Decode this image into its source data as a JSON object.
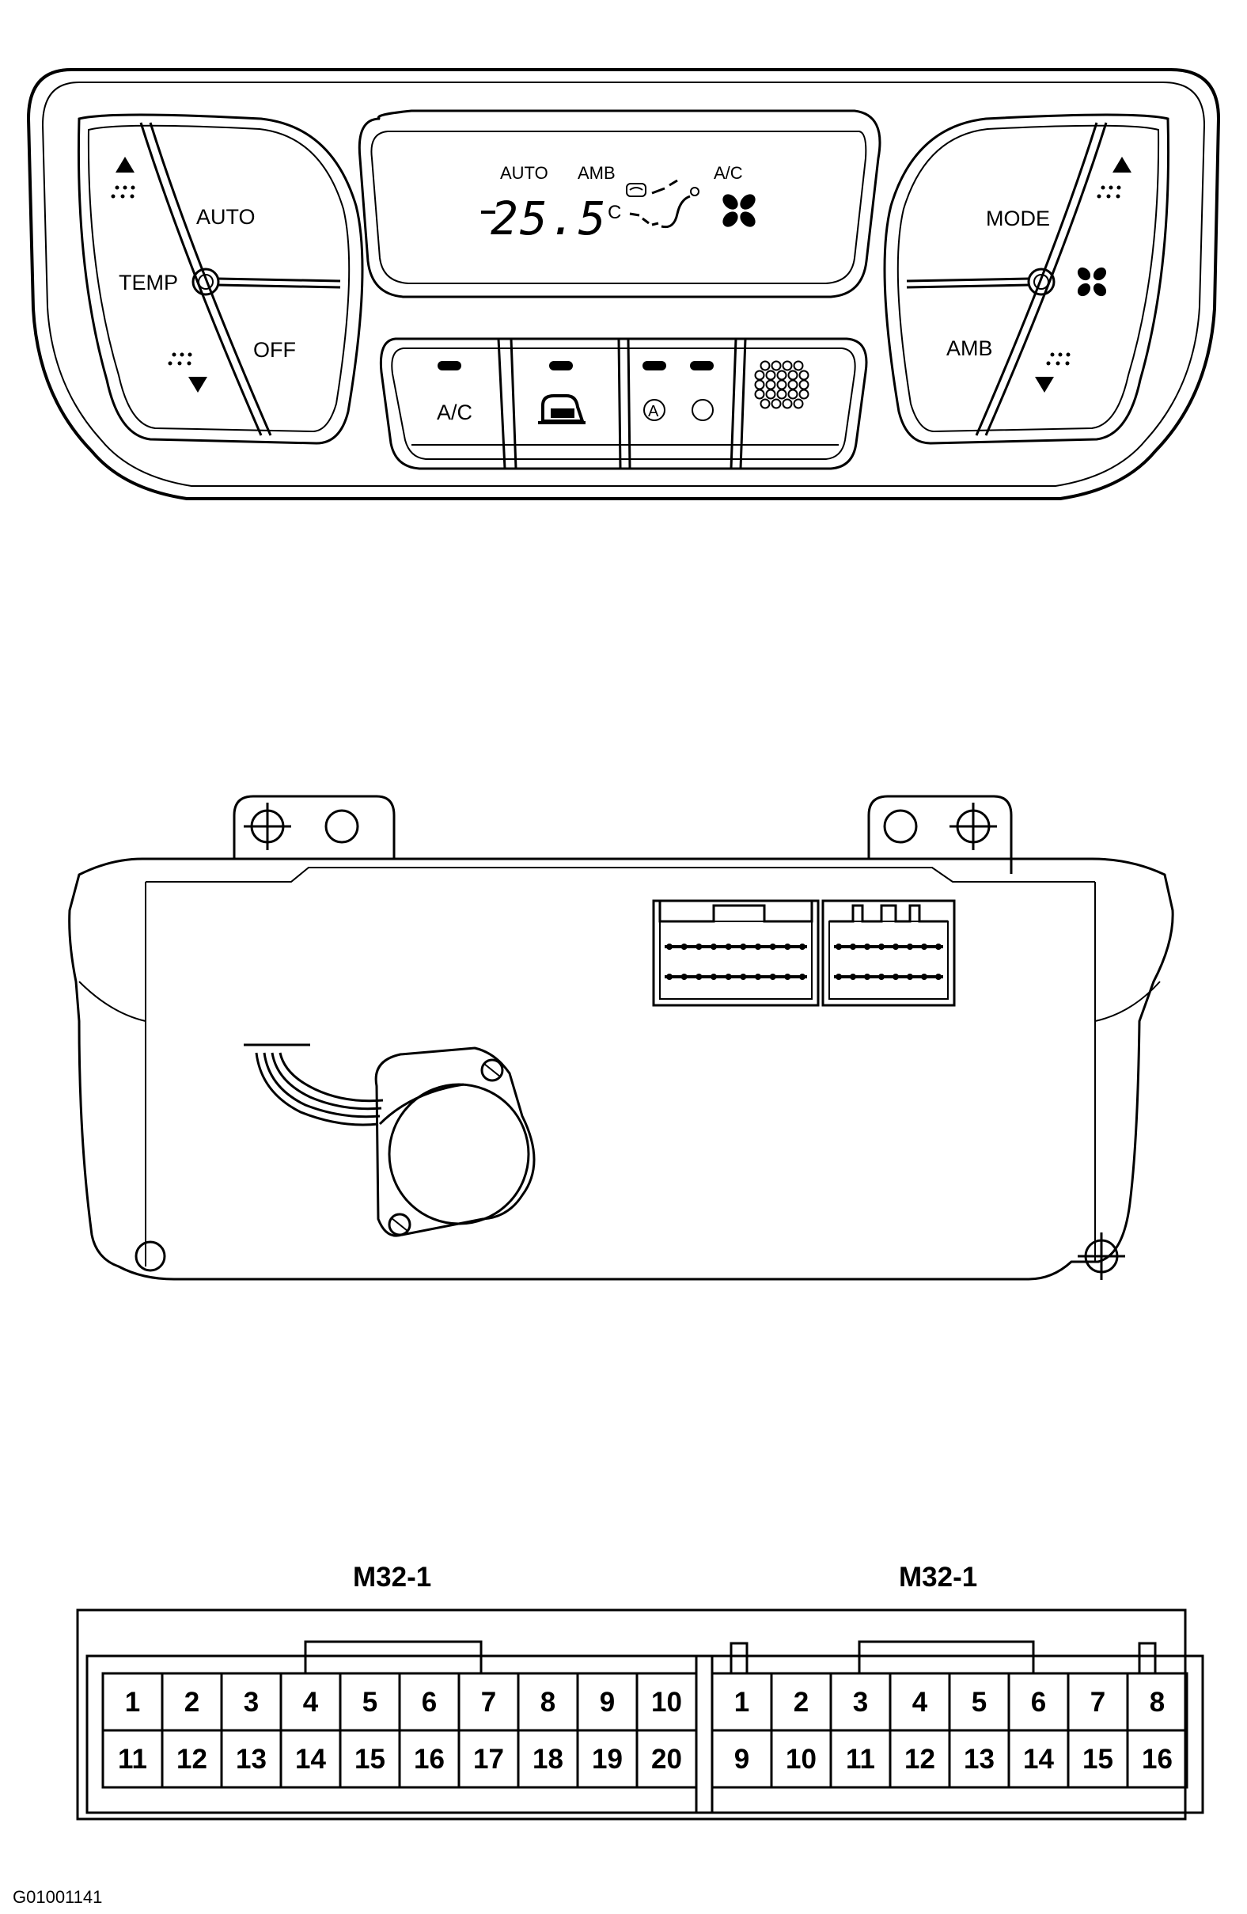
{
  "panel": {
    "left_controls": {
      "auto_label": "AUTO",
      "temp_label": "TEMP",
      "off_label": "OFF"
    },
    "display": {
      "auto_label": "AUTO",
      "amb_label": "AMB",
      "ac_label": "A/C",
      "temperature": "25.5",
      "temperature_unit": "C"
    },
    "center_buttons": {
      "ac_label": "A/C",
      "auto_indicator": "A"
    },
    "right_controls": {
      "mode_label": "MODE",
      "amb_label": "AMB"
    },
    "icons": [
      "temp-up-arrow-icon",
      "temp-down-arrow-icon",
      "fan-icon",
      "recirculation-icon",
      "speaker-grille-icon",
      "defrost-icon",
      "vent-mode-icon"
    ]
  },
  "connectors": [
    {
      "label": "M32-1",
      "top_row": [
        "1",
        "2",
        "3",
        "4",
        "5",
        "6",
        "7",
        "8",
        "9",
        "10"
      ],
      "bottom_row": [
        "11",
        "12",
        "13",
        "14",
        "15",
        "16",
        "17",
        "18",
        "19",
        "20"
      ]
    },
    {
      "label": "M32-1",
      "top_row": [
        "1",
        "2",
        "3",
        "4",
        "5",
        "6",
        "7",
        "8"
      ],
      "bottom_row": [
        "9",
        "10",
        "11",
        "12",
        "13",
        "14",
        "15",
        "16"
      ]
    }
  ],
  "figure_code": "G01001141"
}
